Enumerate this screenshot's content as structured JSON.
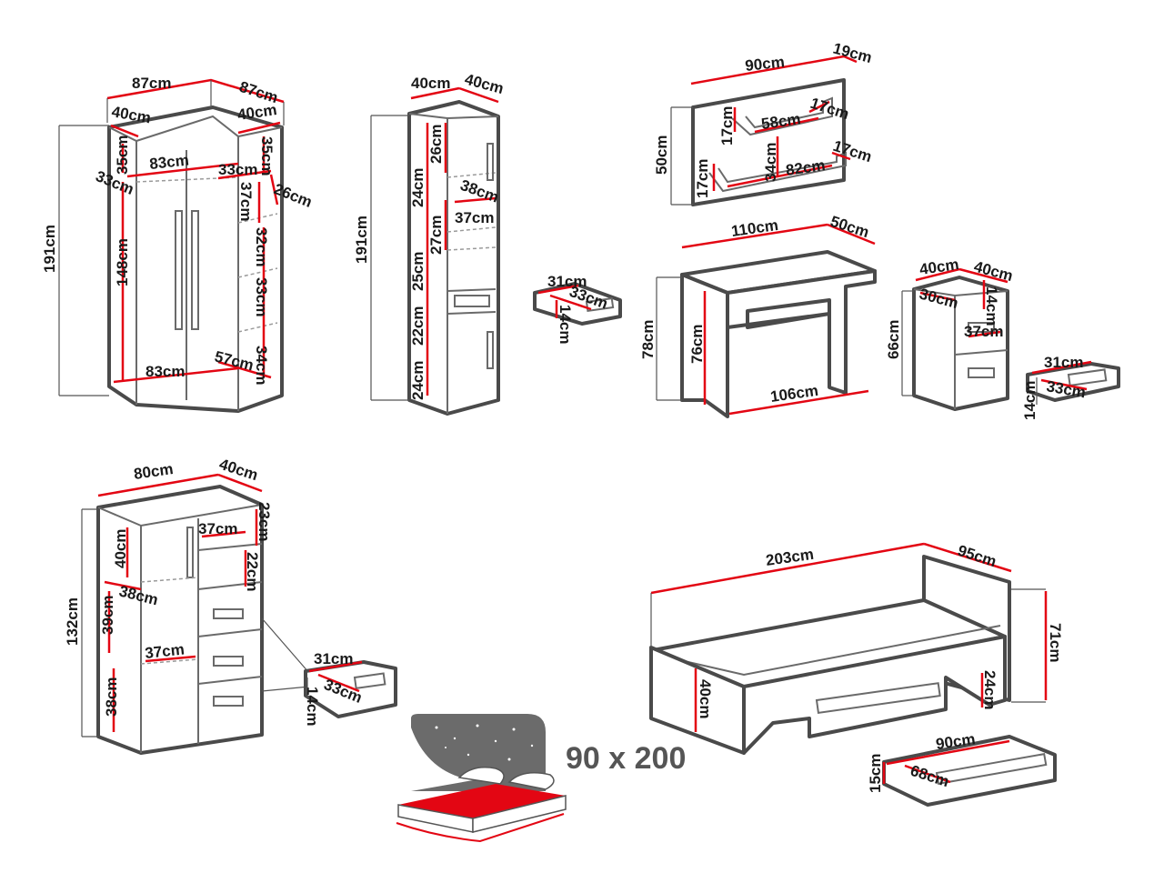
{
  "colors": {
    "outline": "#4a4a4a",
    "dimension": "#e30613",
    "mattress": "#e30613",
    "text": "#1a1a1a"
  },
  "wardrobe": [
    "87cm",
    "87cm",
    "40cm",
    "40cm",
    "35cm",
    "83cm",
    "33cm",
    "35cm",
    "33cm",
    "37cm",
    "26cm",
    "191cm",
    "148cm",
    "32cm",
    "33cm",
    "34cm",
    "57cm",
    "83cm"
  ],
  "bookcase": [
    "40cm",
    "40cm",
    "191cm",
    "26cm",
    "24cm",
    "38cm",
    "37cm",
    "27cm",
    "25cm",
    "22cm",
    "24cm",
    "31cm",
    "33cm",
    "14cm"
  ],
  "shelf": [
    "90cm",
    "19cm",
    "50cm",
    "17cm",
    "58cm",
    "17cm",
    "17cm",
    "34cm",
    "82cm",
    "17cm"
  ],
  "desk": [
    "110cm",
    "50cm",
    "78cm",
    "76cm",
    "106cm"
  ],
  "nightstand": [
    "40cm",
    "40cm",
    "30cm",
    "14cm",
    "37cm",
    "66cm",
    "31cm",
    "33cm",
    "14cm"
  ],
  "dresser": [
    "80cm",
    "40cm",
    "23cm",
    "37cm",
    "40cm",
    "22cm",
    "38cm",
    "132cm",
    "39cm",
    "37cm",
    "38cm",
    "31cm",
    "33cm",
    "14cm"
  ],
  "bed": [
    "203cm",
    "95cm",
    "71cm",
    "24cm",
    "40cm",
    "90cm",
    "68cm",
    "15cm"
  ],
  "mattress": {
    "size_label": "90 x 200"
  }
}
